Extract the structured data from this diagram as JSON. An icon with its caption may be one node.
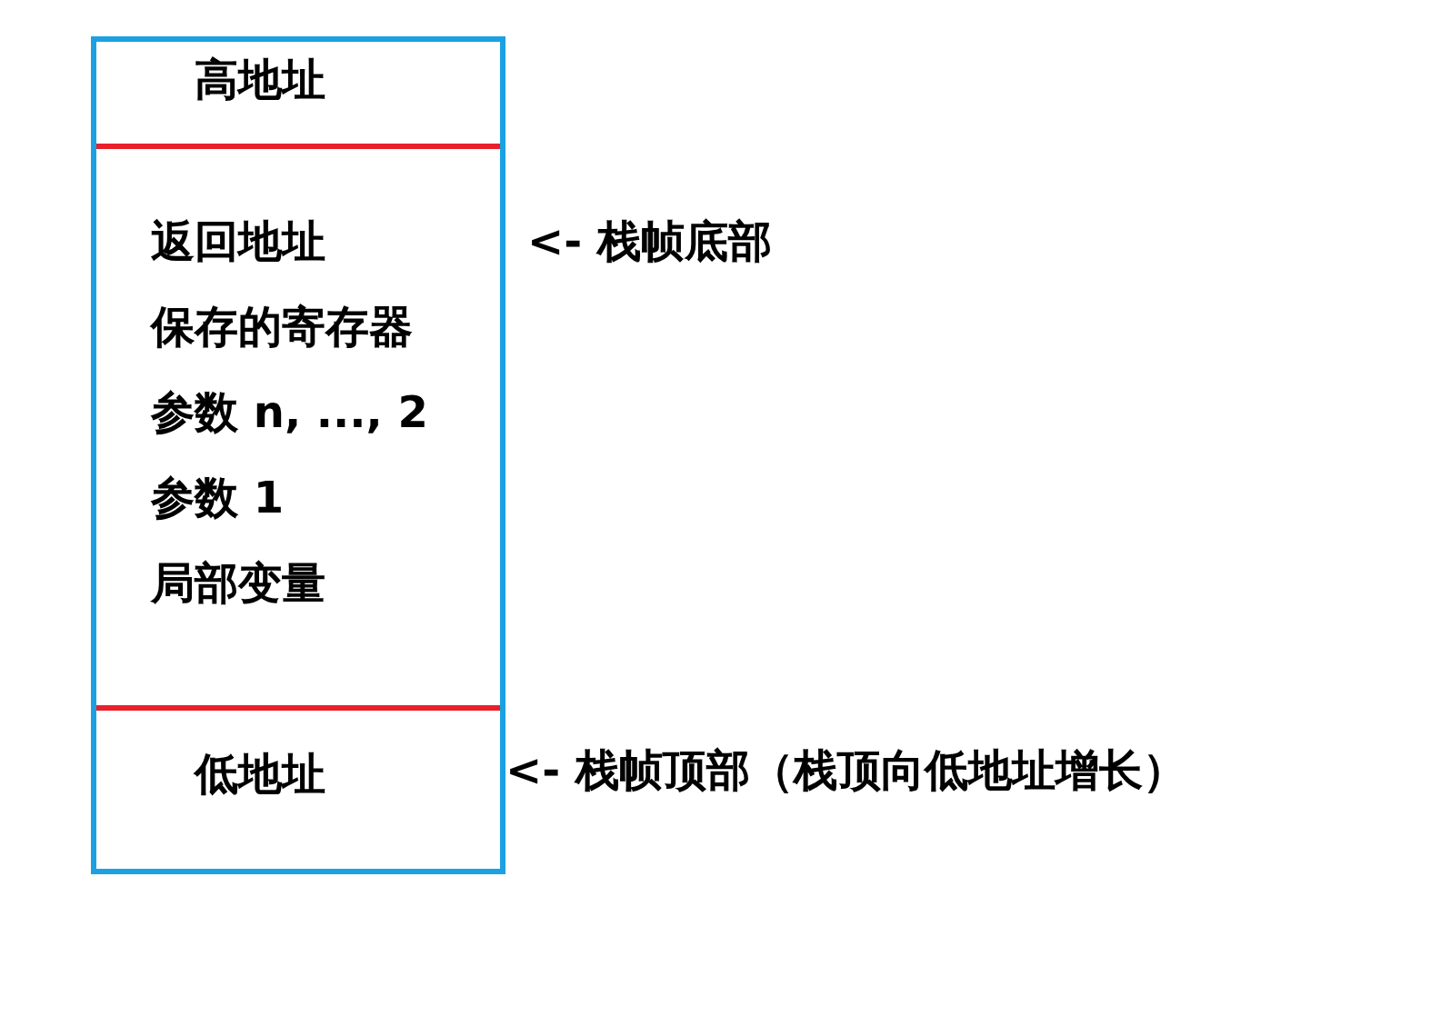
{
  "diagram": {
    "nodes": [
      {
        "text": [],
        "shape": "box"
      },
      {
        "text": [
          "高地址"
        ],
        "in": 0
      },
      {
        "text": [
          "返回地址",
          "保存的寄存器",
          "参数 n, ..., 2",
          "参数 1",
          "局部变量"
        ],
        "in": 0
      },
      {
        "text": [
          "低地址"
        ],
        "in": 0
      }
    ],
    "labels": [
      "<- 栈帧底部",
      "<- 栈帧顶部（栈顶向低地址增长）"
    ]
  }
}
